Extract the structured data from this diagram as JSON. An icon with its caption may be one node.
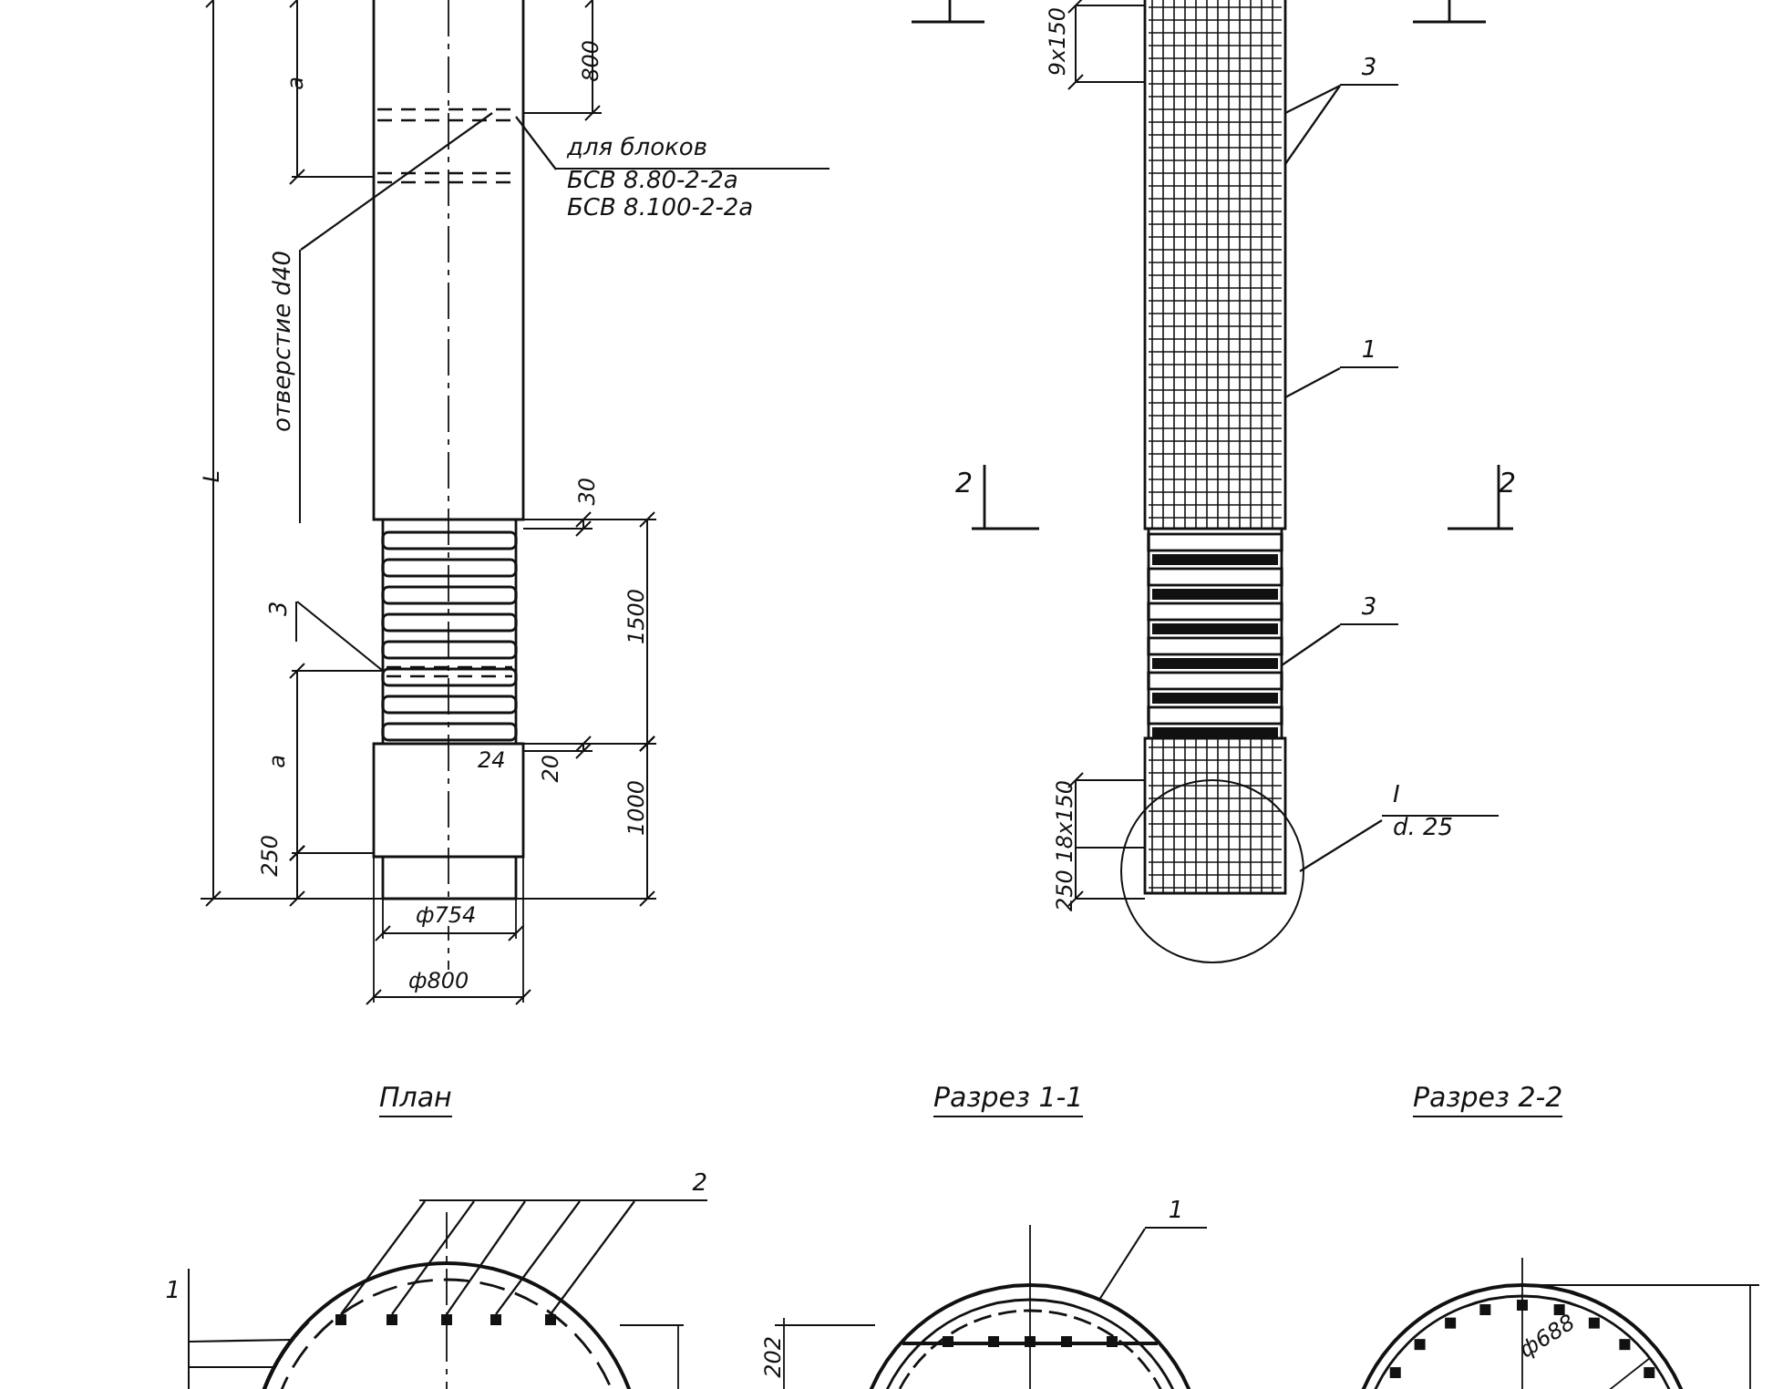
{
  "diagram": {
    "nodes": [
      {
        "text": [
          "для блоков",
          "БСВ 8.80-2-2а",
          "БСВ 8.100-2-2а"
        ]
      },
      {
        "text": [
          "отверстие d40"
        ]
      },
      {
        "text": [
          "3"
        ]
      },
      {
        "text": [
          "3"
        ]
      },
      {
        "text": [
          "1"
        ]
      },
      {
        "text": [
          "3"
        ]
      },
      {
        "text": [
          "I",
          "d. 25"
        ]
      },
      {
        "text": [
          "2"
        ]
      },
      {
        "text": [
          "1"
        ]
      },
      {
        "text": [
          "1"
        ]
      },
      {
        "text": [],
        "shape": "arc"
      },
      {
        "text": [],
        "shape": "dot"
      },
      {
        "text": [],
        "shape": "dot"
      },
      {
        "text": [],
        "shape": "dot"
      },
      {
        "text": [],
        "shape": "dot"
      },
      {
        "text": [],
        "shape": "dot"
      }
    ],
    "edges": [
      {
        "from": 0,
        "to": null,
        "arrow": "none"
      },
      {
        "from": 1,
        "to": null,
        "arrow": "none"
      },
      {
        "from": 2,
        "to": null,
        "arrow": "none"
      },
      {
        "from": 3,
        "to": null,
        "arrow": "none"
      },
      {
        "from": 3,
        "to": null,
        "arrow": "none"
      },
      {
        "from": 4,
        "to": null,
        "arrow": "none"
      },
      {
        "from": 5,
        "to": null,
        "arrow": "none"
      },
      {
        "from": 6,
        "to": null,
        "arrow": "none"
      },
      {
        "from": 7,
        "to": 11,
        "arrow": "none"
      },
      {
        "from": 7,
        "to": 12,
        "arrow": "none"
      },
      {
        "from": 7,
        "to": 13,
        "arrow": "none"
      },
      {
        "from": 7,
        "to": 14,
        "arrow": "none"
      },
      {
        "from": 7,
        "to": 15,
        "arrow": "none"
      },
      {
        "from": 8,
        "to": 10,
        "arrow": "none"
      },
      {
        "from": 8,
        "to": 10,
        "arrow": "none"
      },
      {
        "from": 9,
        "to": null,
        "arrow": "none"
      }
    ],
    "labels": [
      "9х150",
      "800",
      "a",
      "L",
      "2",
      "2",
      "30",
      "1500",
      "a",
      "20",
      "24",
      "1000",
      "250",
      "250 18х150",
      "ф754",
      "ф800",
      "План",
      "Разрез 1-1",
      "Разрез 2-2",
      "ф688",
      "202"
    ]
  }
}
